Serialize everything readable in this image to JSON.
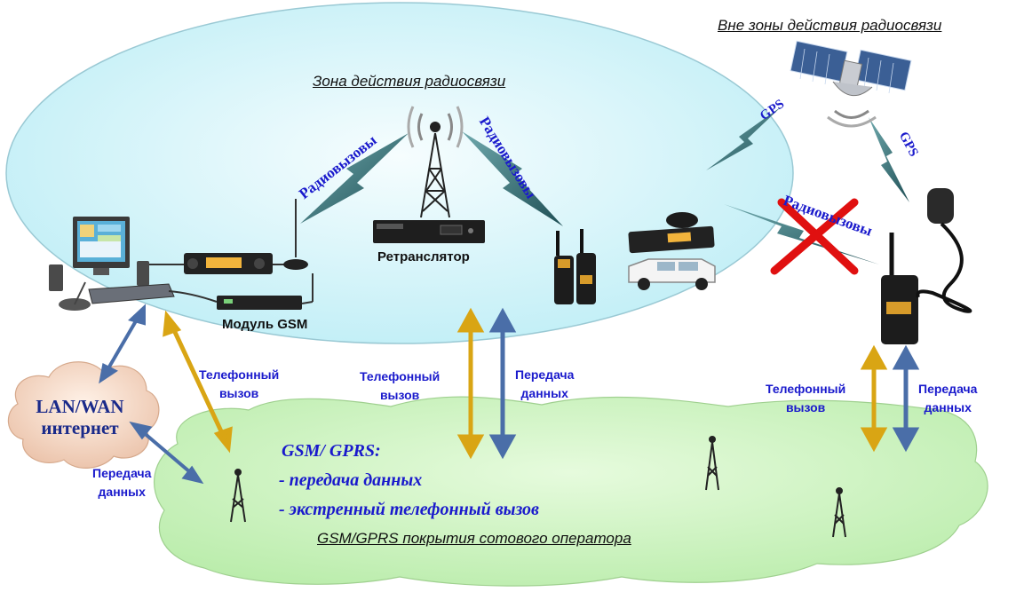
{
  "zones": {
    "radio_zone_title": "Зона действия радиосвязи",
    "outside_zone_title": "Вне зоны действия радиосвязи",
    "gsm_zone_title": "GSM/GPRS покрытия сотового оператора"
  },
  "devices": {
    "repeater_label": "Ретранслятор",
    "gsm_module_label": "Модуль GSM"
  },
  "network": {
    "lan_line1": "LAN/WAN",
    "lan_line2": "интернет"
  },
  "links": {
    "radio_calls_left": "Радиовызовы",
    "radio_calls_right": "Радиовызовы",
    "radio_calls_crossed": "Радиовызовы",
    "gps_left": "GPS",
    "gps_right": "GPS"
  },
  "arrow_labels": {
    "phone_call": [
      "Телефонный",
      "вызов"
    ],
    "data_transfer": [
      "Передача",
      "данных"
    ]
  },
  "gsm_info": {
    "title": "GSM/ GPRS:",
    "line1": "- передача данных",
    "line2": "- экстренный телефонный вызов"
  },
  "colors": {
    "radio_zone_fill": "#d9f7fb",
    "gsm_zone_fill": "#ccf2bf",
    "cloud_fill": "#f5d9c7",
    "arrow_gold": "#d9a514",
    "arrow_blue": "#4a6ea8",
    "cross_red": "#e01010",
    "label_blue": "#1a1acc"
  }
}
